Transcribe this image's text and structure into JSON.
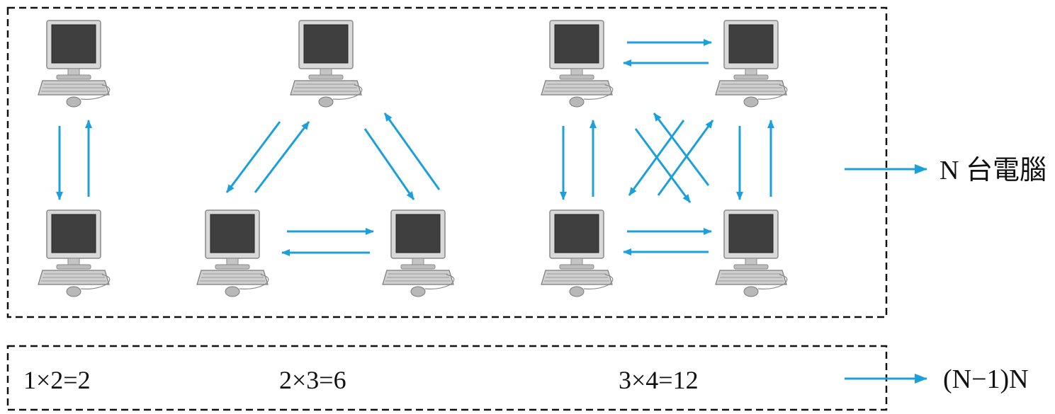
{
  "diagram": {
    "arrow_color": "#1ca0dc",
    "network_label": "N 台電腦",
    "result_label": "(N−1)N",
    "groups": [
      {
        "computers": 2,
        "connections": 2,
        "formula": "1×2=2"
      },
      {
        "computers": 3,
        "connections": 6,
        "formula": "2×3=6"
      },
      {
        "computers": 4,
        "connections": 12,
        "formula": "3×4=12"
      }
    ]
  }
}
